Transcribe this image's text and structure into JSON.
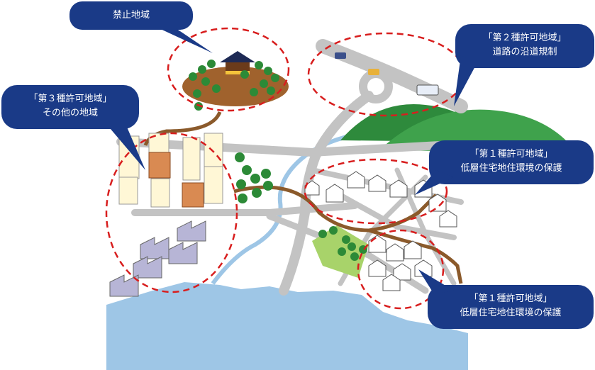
{
  "labels": {
    "prohibited": {
      "line1": "禁止地域"
    },
    "zone2": {
      "line1": "「第２種許可地域」",
      "line2": "道路の沿道規制"
    },
    "zone3": {
      "line1": "「第３種許可地域」",
      "line2": "その他の地域"
    },
    "zone1_upper": {
      "line1": "「第１種許可地域」",
      "line2": "低層住宅地住環境の保護"
    },
    "zone1_lower": {
      "line1": "「第１種許可地域」",
      "line2": "低層住宅地住環境の保護"
    }
  },
  "colors": {
    "bubble": "#1a3a87",
    "zone_border": "#d81e1e",
    "sea": "#9ec6e6",
    "road": "#c3c3c3",
    "path": "#8b5a2b",
    "hill_dark": "#2e8a3c",
    "hill_light": "#3fa24c",
    "tree": "#2c8a37",
    "park": "#a8d36a"
  },
  "icons": [
    "temple-icon",
    "car-icon",
    "bus-icon",
    "house-icon",
    "building-icon",
    "factory-icon",
    "tree-icon"
  ]
}
